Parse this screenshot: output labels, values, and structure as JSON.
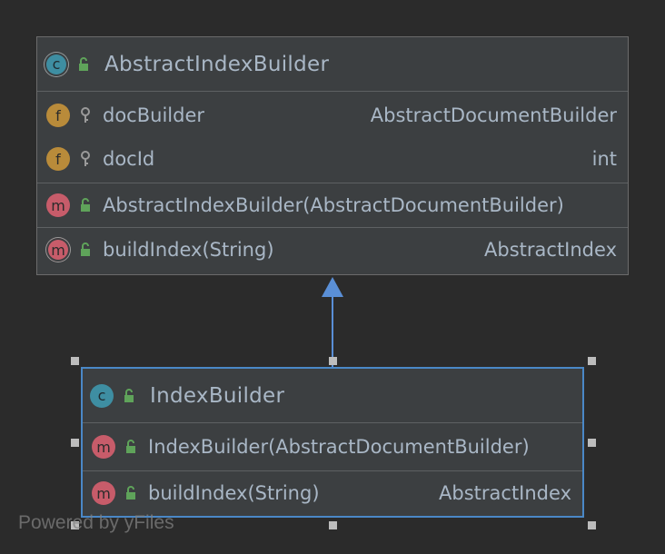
{
  "parent_class": {
    "type_badge": "c",
    "name": "AbstractIndexBuilder",
    "fields": [
      {
        "badge": "f",
        "name": "docBuilder",
        "type": "AbstractDocumentBuilder",
        "visibility": "private-key-icon"
      },
      {
        "badge": "f",
        "name": "docId",
        "type": "int",
        "visibility": "private-key-icon"
      }
    ],
    "constructors": [
      {
        "badge": "m",
        "name": "AbstractIndexBuilder(AbstractDocumentBuilder)",
        "type": "",
        "visibility": "public-unlock-icon"
      }
    ],
    "methods": [
      {
        "badge": "m",
        "name": "buildIndex(String)",
        "type": "AbstractIndex",
        "visibility": "public-unlock-icon",
        "abstract": true
      }
    ]
  },
  "child_class": {
    "type_badge": "c",
    "name": "IndexBuilder",
    "constructors": [
      {
        "badge": "m",
        "name": "IndexBuilder(AbstractDocumentBuilder)",
        "type": "",
        "visibility": "public-unlock-icon"
      }
    ],
    "methods": [
      {
        "badge": "m",
        "name": "buildIndex(String)",
        "type": "AbstractIndex",
        "visibility": "public-unlock-icon"
      }
    ]
  },
  "relationship": {
    "kind": "inheritance",
    "from": "IndexBuilder",
    "to": "AbstractIndexBuilder"
  },
  "watermark": "Powered by yFiles",
  "colors": {
    "background": "#2b2b2b",
    "class_fill": "#3c3f41",
    "text": "#a9b7c6",
    "class_badge": "#3e8ea2",
    "field_badge": "#b98b3a",
    "method_badge": "#c75c6a",
    "arrow": "#5a8fd6",
    "selection": "#4a88c7"
  }
}
